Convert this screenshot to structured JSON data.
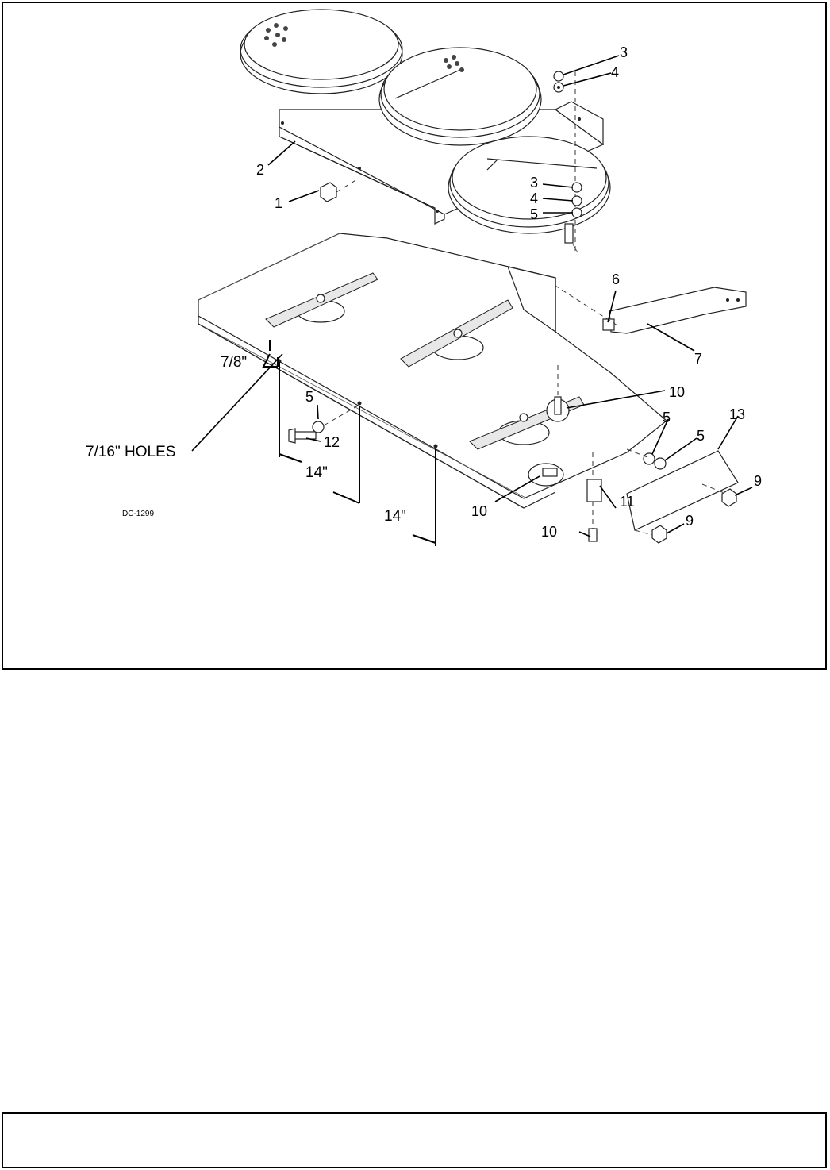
{
  "figure": {
    "drawing_code": "DC-1299",
    "callouts": {
      "c1": "1",
      "c2": "2",
      "c3a": "3",
      "c4a": "4",
      "c3b": "3",
      "c4b": "4",
      "c5b": "5",
      "c6": "6",
      "c7": "7",
      "c10a": "10",
      "c5c": "5",
      "c12": "12",
      "c5d": "5",
      "c5e": "5",
      "c13": "13",
      "c9a": "9",
      "c11": "11",
      "c10b": "10",
      "c10c": "10",
      "c9b": "9"
    },
    "dimensions": {
      "edge_offset": "7/8\"",
      "hole_size": "7/16\" HOLES",
      "spacing_1": "14\"",
      "spacing_2": "14\""
    }
  }
}
